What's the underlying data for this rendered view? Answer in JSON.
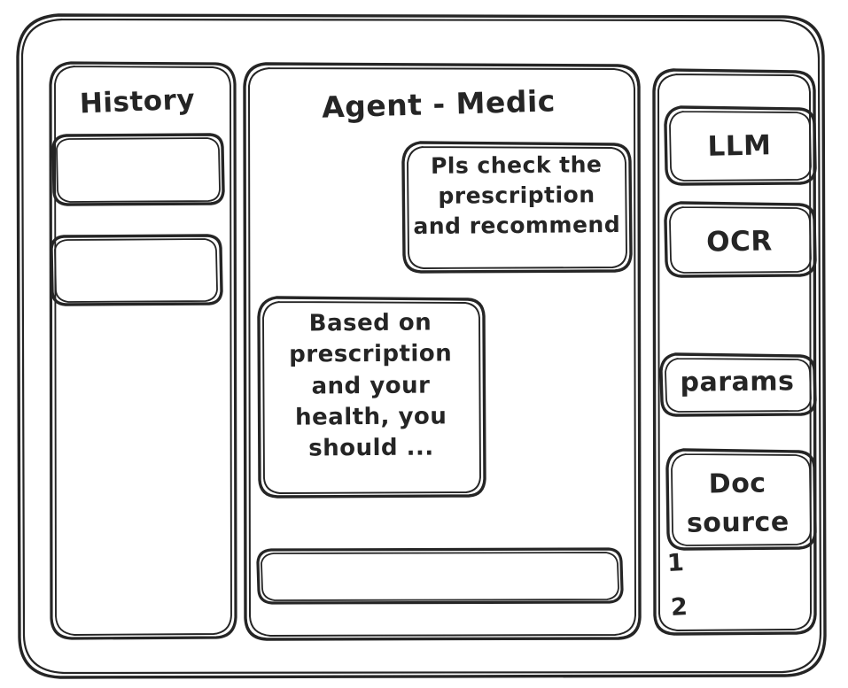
{
  "window": {
    "style": "hand-drawn-wireframe",
    "ink_color": "#252525",
    "background_color": "#ffffff"
  },
  "sidebar_left": {
    "title": "History",
    "items": [
      {
        "label": "",
        "name": "history-item-1"
      },
      {
        "label": "",
        "name": "history-item-2"
      }
    ]
  },
  "main": {
    "title": "Agent - Medic",
    "messages": [
      {
        "role": "user",
        "align": "right",
        "text": "Pls check the\nprescription\nand recommend"
      },
      {
        "role": "assistant",
        "align": "left",
        "text": "Based on\nprescription\nand your\nhealth, you\nshould ..."
      }
    ],
    "composer": {
      "value": "",
      "placeholder": ""
    }
  },
  "sidebar_right": {
    "tools": [
      {
        "label": "LLM",
        "name": "llm"
      },
      {
        "label": "OCR",
        "name": "ocr"
      },
      {
        "label": "params",
        "name": "params"
      },
      {
        "label": "Doc\nsource",
        "name": "doc-source"
      }
    ],
    "doc_list": [
      {
        "label": "1"
      },
      {
        "label": "2"
      }
    ]
  }
}
